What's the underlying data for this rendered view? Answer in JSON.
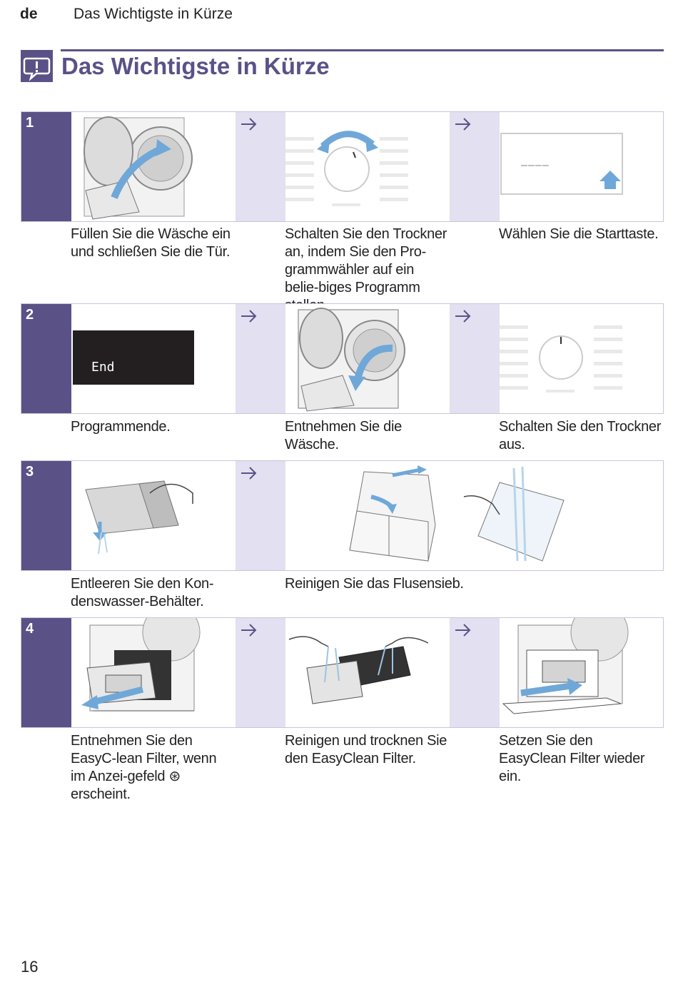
{
  "header": {
    "lang": "de",
    "title": "Das Wichtigste in Kürze"
  },
  "page_title": "Das Wichtigste in Kürze",
  "steps": [
    {
      "number": "1",
      "captions": [
        "Füllen Sie die Wäsche ein und schließen Sie die Tür.",
        "Schalten Sie den Trockner an, indem Sie den Pro-grammwähler auf ein belie-biges Programm stellen.",
        "Wählen Sie die Starttaste."
      ],
      "display_text": "––––"
    },
    {
      "number": "2",
      "captions": [
        "Programmende.",
        "Entnehmen Sie die Wäsche.",
        "Schalten Sie den Trockner aus."
      ],
      "display_text": "End"
    },
    {
      "number": "3",
      "captions": [
        "Entleeren Sie den Kon-denswasser-Behälter.",
        "Reinigen Sie das Flusensieb."
      ]
    },
    {
      "number": "4",
      "captions": [
        "Entnehmen Sie den EasyC-lean Filter, wenn im Anzei-gefeld ⊛ erscheint.",
        "Reinigen und trocknen Sie den EasyClean Filter.",
        "Setzen Sie den EasyClean Filter wieder ein."
      ]
    }
  ],
  "footer": {
    "page_number": "16"
  },
  "colors": {
    "brand": "#5a5286",
    "arrow_bg": "#e3e0f1",
    "accent_blue": "#6fa8d8"
  }
}
